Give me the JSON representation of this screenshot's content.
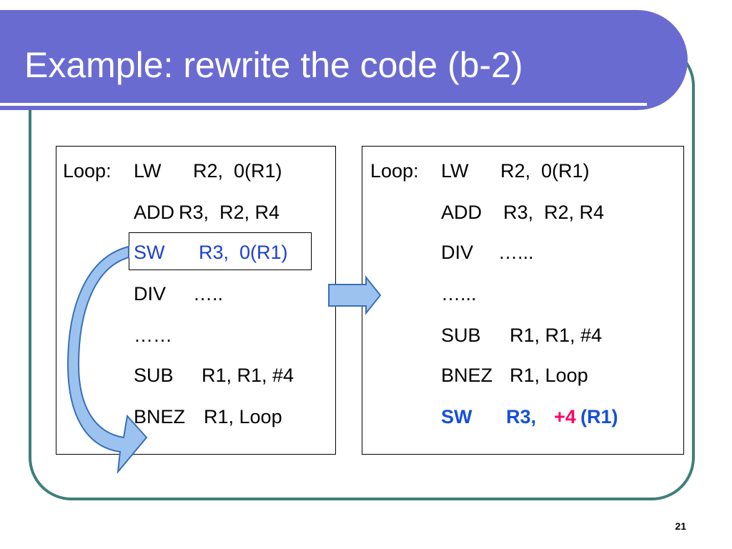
{
  "slide": {
    "title": "Example: rewrite the code (b-2)",
    "page_number": "21"
  },
  "left_code": {
    "label": "Loop:",
    "lines": [
      {
        "op": "LW",
        "args": "R2,  0(R1)"
      },
      {
        "op": "ADD",
        "args": "R3,  R2, R4"
      },
      {
        "op": "SW",
        "args": "R3,  0(R1)"
      },
      {
        "op": "DIV",
        "args": "….."
      },
      {
        "op": "……",
        "args": ""
      },
      {
        "op": "SUB",
        "args": "R1, R1, #4"
      },
      {
        "op": "BNEZ",
        "args": "R1, Loop"
      }
    ]
  },
  "right_code": {
    "label": "Loop:",
    "lines": [
      {
        "op": "LW",
        "args": "R2,  0(R1)"
      },
      {
        "op": "ADD",
        "args": "R3,  R2, R4"
      },
      {
        "op": "DIV",
        "args": "…..."
      },
      {
        "op": "…...",
        "args": ""
      },
      {
        "op": "SUB",
        "args": "R1, R1, #4"
      },
      {
        "op": "BNEZ",
        "args": "R1, Loop"
      },
      {
        "op": "SW",
        "args": "R3,",
        "offset": "+4",
        "base": "(R1)"
      }
    ]
  },
  "colors": {
    "title_bar": "#6a6bd1",
    "frame_border": "#3f7f7a",
    "moved_instruction": "#1a3fd4",
    "offset_highlight": "#ff0066",
    "arrow_fill": "#9cc3f0"
  }
}
